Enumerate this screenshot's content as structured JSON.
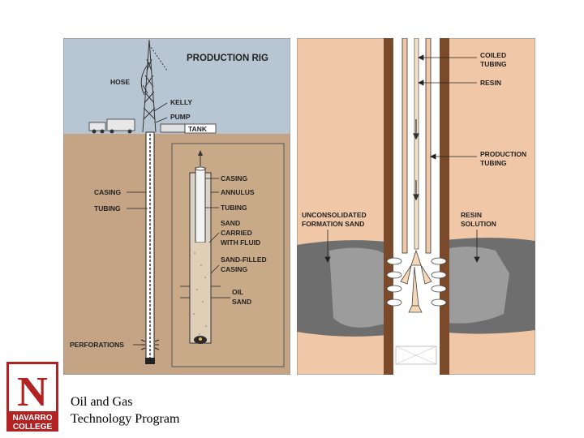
{
  "left_diagram": {
    "title": "PRODUCTION RIG",
    "labels": {
      "hose": "HOSE",
      "kelly": "KELLY",
      "pump": "PUMP",
      "tank": "TANK",
      "casing": "CASING",
      "tubing": "TUBING",
      "perforations": "PERFORATIONS",
      "inset_casing": "CASING",
      "annulus": "ANNULUS",
      "inset_tubing": "TUBING",
      "sand_carried_1": "SAND",
      "sand_carried_2": "CARRIED",
      "sand_carried_3": "WITH FLUID",
      "sand_filled_1": "SAND-FILLED",
      "sand_filled_2": "CASING",
      "oil_sand_1": "OIL",
      "oil_sand_2": "SAND"
    }
  },
  "right_diagram": {
    "labels": {
      "coiled_1": "COILED",
      "coiled_2": "TUBING",
      "resin": "RESIN",
      "production_1": "PRODUCTION",
      "production_2": "TUBING",
      "unconsolidated_1": "UNCONSOLIDATED",
      "unconsolidated_2": "FORMATION SAND",
      "resin_solution_1": "RESIN",
      "resin_solution_2": "SOLUTION"
    }
  },
  "logo": {
    "letter": "N",
    "line1": "NAVARRO",
    "line2": "COLLEGE",
    "color": "#b22222"
  },
  "caption": {
    "line1": "Oil and Gas",
    "line2": "Technology Program"
  },
  "colors": {
    "sky": "#b8c6d4",
    "earth": "#c4a484",
    "right_bg": "#f0c8a8",
    "formation": "#707070",
    "pipe_wall": "#7a4a2a"
  }
}
